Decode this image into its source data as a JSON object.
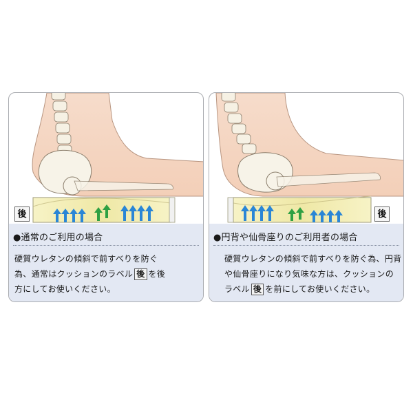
{
  "left_panel": {
    "seat_label": "後",
    "title": "●通常のご利用の場合",
    "body_line1": "硬質ウレタンの傾斜で前すべりを防ぐ",
    "body_line2_pre": "為、通常はクッションのラベル",
    "body_line2_label": "後",
    "body_line2_post": "を後",
    "body_line3": "方にしてお使いください。"
  },
  "right_panel": {
    "seat_label": "後",
    "title": "●円背や仙骨座りのご利用者の場合",
    "body_line1": "硬質ウレタンの傾斜で前すべりを防ぐ為、円背",
    "body_line2": "や仙骨座りになり気味な方は、クッションの",
    "body_line3_pre": "ラベル",
    "body_line3_label": "後",
    "body_line3_post": "を前にしてお使いください。"
  },
  "colors": {
    "skin": "#f4d8c4",
    "bone": "#f7f3e8",
    "cushion": "#f4f0b8",
    "caption_bg": "#e3e8f3",
    "arrow_blue": "#2a86d6",
    "arrow_green": "#2ea043"
  }
}
